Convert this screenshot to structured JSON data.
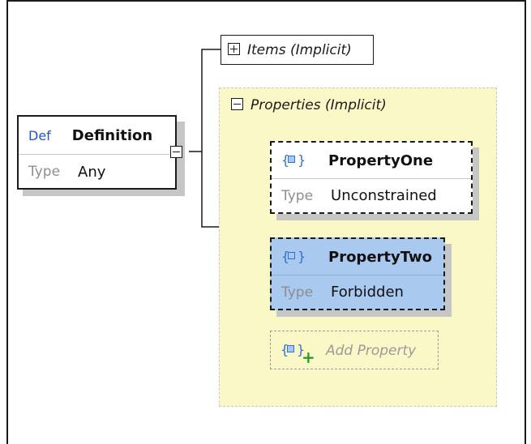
{
  "definition": {
    "keyword": "Def",
    "name": "Definition",
    "type_label": "Type",
    "type_value": "Any"
  },
  "items": {
    "label": "Items (Implicit)",
    "collapsed": true
  },
  "properties_group": {
    "label": "Properties (Implicit)",
    "expanded": true,
    "background_color": "#fbf8c7",
    "border_color": "#c8c8c8"
  },
  "properties": [
    {
      "icon": "object-icon",
      "name": "PropertyOne",
      "type_label": "Type",
      "type_value": "Unconstrained",
      "selected": false
    },
    {
      "icon": "object-icon",
      "name": "PropertyTwo",
      "type_label": "Type",
      "type_value": "Forbidden",
      "selected": true
    }
  ],
  "add_property": {
    "label": "Add Property"
  },
  "colors": {
    "keyword_blue": "#2156c9",
    "selection_fill": "#a9c9ef",
    "add_icon_green": "#2e9a2e"
  }
}
